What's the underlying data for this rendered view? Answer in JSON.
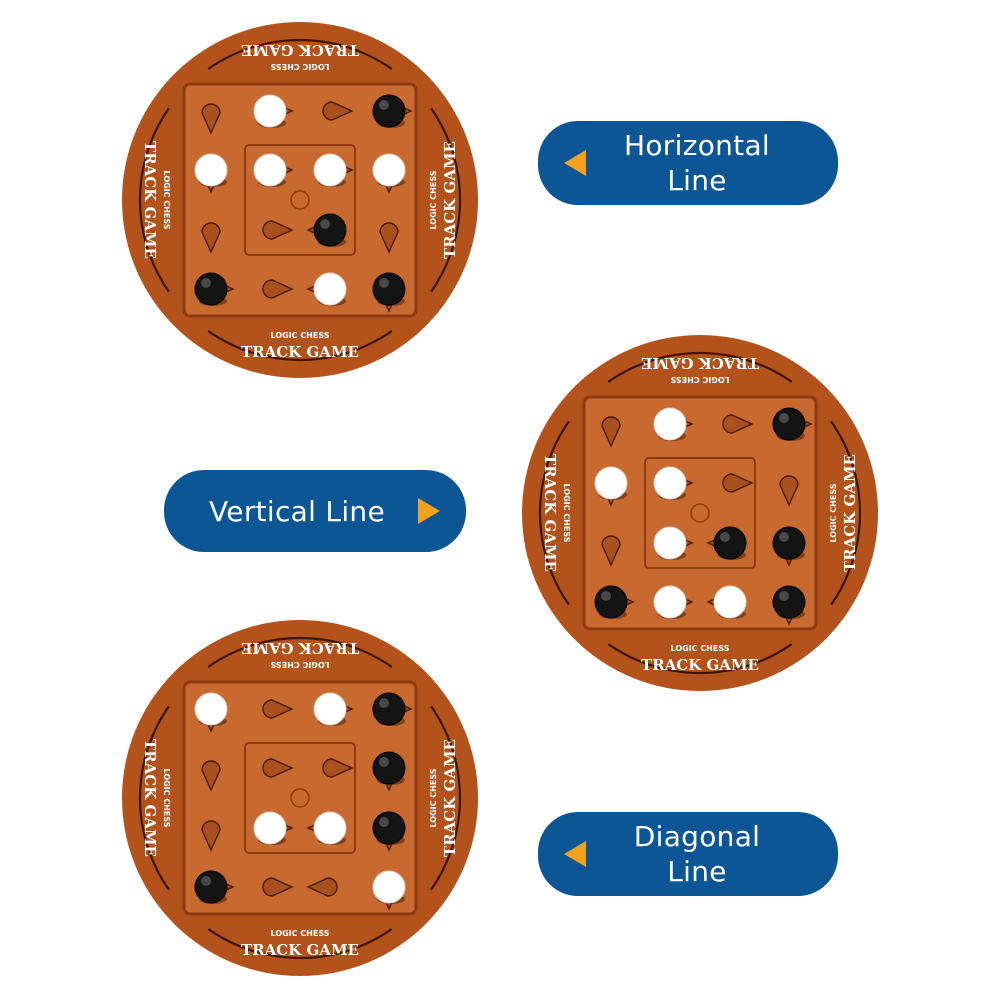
{
  "colors": {
    "board": "#B4521C",
    "board_dark": "#8E3A10",
    "board_light": "#C86A30",
    "text": "#FFFFFF",
    "pill": "#0D5696",
    "arrow": "#F2A21C",
    "white_piece": "#FFFFFF",
    "black_piece": "#141414"
  },
  "board_label": {
    "brand": "LOGIC CHESS",
    "title": "TRACK GAME"
  },
  "labels": {
    "horizontal": [
      "Horizontal",
      "Line"
    ],
    "vertical": "Vertical Line",
    "diagonal": [
      "Diagonal",
      "Line"
    ]
  },
  "icons": {
    "pill_arrow_left": "triangle-left-icon",
    "pill_arrow_right": "triangle-right-icon"
  },
  "boards": [
    {
      "name": "horizontal",
      "pieces": [
        [
          null,
          "W",
          null,
          "B"
        ],
        [
          "W",
          "W",
          "W",
          "W"
        ],
        [
          null,
          null,
          "B",
          null
        ],
        [
          "B",
          null,
          "W",
          "B"
        ]
      ]
    },
    {
      "name": "vertical",
      "pieces": [
        [
          null,
          "W",
          null,
          "B"
        ],
        [
          "W",
          "W",
          null,
          null
        ],
        [
          null,
          "W",
          "B",
          "B"
        ],
        [
          "B",
          "W",
          "W",
          "B"
        ]
      ]
    },
    {
      "name": "diagonal",
      "pieces": [
        [
          "W",
          null,
          "W",
          "B"
        ],
        [
          null,
          null,
          null,
          "B"
        ],
        [
          null,
          "W",
          "W",
          "B"
        ],
        [
          "B",
          null,
          null,
          "W"
        ]
      ]
    }
  ]
}
